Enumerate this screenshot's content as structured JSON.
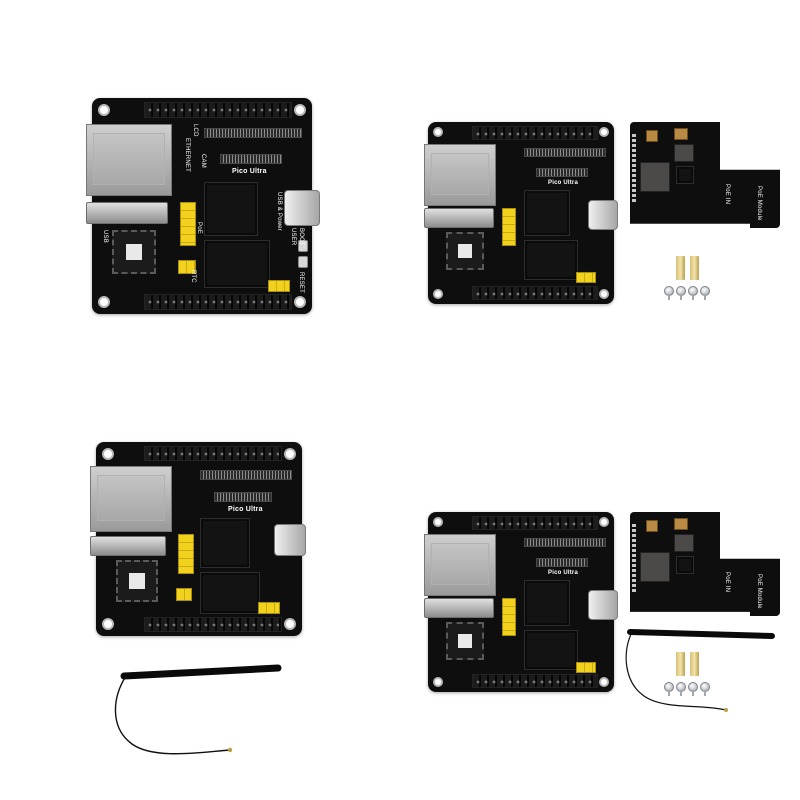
{
  "silkscreen": {
    "title": "Pico Ultra",
    "lcd": "LCD",
    "ethernet": "ETHERNET",
    "cam": "CAM",
    "usb": "USB",
    "poe": "PoE",
    "usb_power": "USB & Power",
    "user": "USER",
    "boot": "BOOT",
    "rtc": "RTC",
    "reset": "RESET",
    "poe_in": "PoE IN",
    "poe_module": "PoE Module"
  },
  "panels": [
    {
      "id": "top-left",
      "contents": [
        "main-board"
      ]
    },
    {
      "id": "top-right",
      "contents": [
        "main-board",
        "poe-module",
        "standoffs",
        "screws"
      ]
    },
    {
      "id": "bottom-left",
      "contents": [
        "main-board",
        "antenna"
      ]
    },
    {
      "id": "bottom-right",
      "contents": [
        "main-board",
        "poe-module",
        "antenna",
        "standoffs",
        "screws"
      ]
    }
  ],
  "colors": {
    "pcb": "#0e0e0e",
    "connector_yellow": "#f3d21f",
    "metal": "#b5b5b5",
    "brass": "#e2cc82",
    "background": "#ffffff"
  }
}
